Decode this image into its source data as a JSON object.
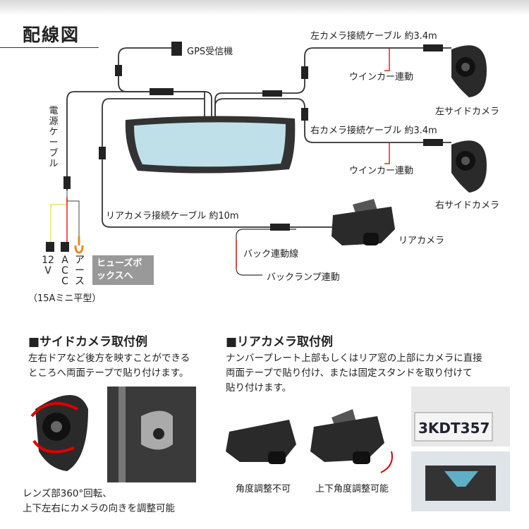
{
  "title": "配線図",
  "gps_label": "GPS受信機",
  "left_cable": "左カメラ接続ケーブル 約3.4m",
  "right_cable": "右カメラ接続ケーブル 約3.4m",
  "left_winker": "ウインカー連動",
  "right_winker": "ウインカー連動",
  "left_camera": "左サイドカメラ",
  "right_camera": "右サイドカメラ",
  "power_cable": "電源ケーブル",
  "rear_cable": "リアカメラ接続ケーブル 約10m",
  "rear_camera": "リアカメラ",
  "back_line": "バック連動線",
  "back_lamp": "バックランプ連動",
  "terminals": {
    "v12": "12V",
    "acc": "ACC",
    "earth": "アース"
  },
  "fuse_box": "ヒューズボックスへ",
  "fuse_type": "（15Aミニ平型）",
  "side_section": {
    "heading": "■サイドカメラ取付例",
    "desc1": "左右ドアなど後方を映すことができる",
    "desc2": "ところへ両面テープで貼り付けます。",
    "caption1": "レンズ部360°回転、",
    "caption2": "上下左右にカメラの向きを調整可能"
  },
  "rear_section": {
    "heading": "■リアカメラ取付例",
    "desc1": "ナンバープレート上部もしくはリア窓の上部にカメラに直接",
    "desc2": "両面テープで貼り付け、または固定スタンドを取り付けて",
    "desc3": "貼り付けます。",
    "fixed": "角度調整不可",
    "adjustable": "上下角度調整可能",
    "plate": "3KDT357"
  }
}
